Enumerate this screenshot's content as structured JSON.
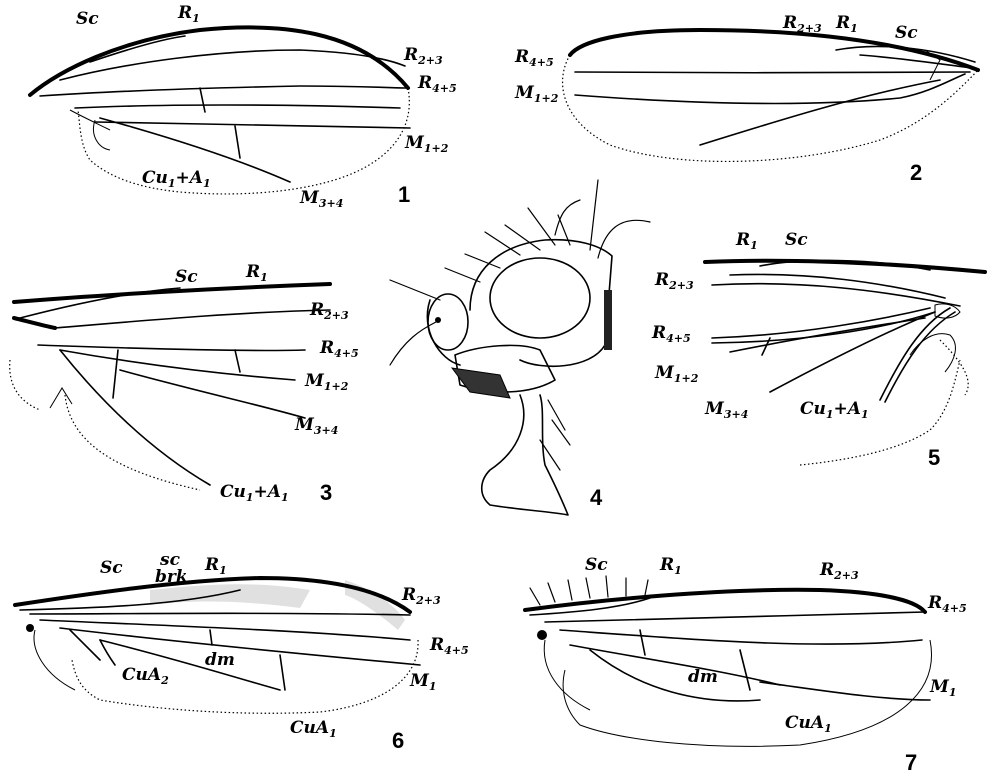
{
  "figures": [
    {
      "number": "1",
      "labels": [
        {
          "t": "Sc",
          "s": ""
        },
        {
          "t": "R",
          "s": "1"
        },
        {
          "t": "R",
          "s": "2+3"
        },
        {
          "t": "R",
          "s": "4+5"
        },
        {
          "t": "M",
          "s": "1+2"
        },
        {
          "t": "Cu",
          "s": "1",
          "t2": "+A",
          "s2": "1"
        },
        {
          "t": "M",
          "s": "3+4"
        }
      ]
    },
    {
      "number": "2",
      "labels": [
        {
          "t": "R",
          "s": "2+3"
        },
        {
          "t": "R",
          "s": "1"
        },
        {
          "t": "Sc",
          "s": ""
        },
        {
          "t": "R",
          "s": "4+5"
        },
        {
          "t": "M",
          "s": "1+2"
        }
      ]
    },
    {
      "number": "3",
      "labels": [
        {
          "t": "Sc",
          "s": ""
        },
        {
          "t": "R",
          "s": "1"
        },
        {
          "t": "R",
          "s": "2+3"
        },
        {
          "t": "R",
          "s": "4+5"
        },
        {
          "t": "M",
          "s": "1+2"
        },
        {
          "t": "M",
          "s": "3+4"
        },
        {
          "t": "Cu",
          "s": "1",
          "t2": "+A",
          "s2": "1"
        }
      ]
    },
    {
      "number": "4",
      "labels": []
    },
    {
      "number": "5",
      "labels": [
        {
          "t": "R",
          "s": "1"
        },
        {
          "t": "Sc",
          "s": ""
        },
        {
          "t": "R",
          "s": "2+3"
        },
        {
          "t": "R",
          "s": "4+5"
        },
        {
          "t": "M",
          "s": "1+2"
        },
        {
          "t": "M",
          "s": "3+4"
        },
        {
          "t": "Cu",
          "s": "1",
          "t2": "+A",
          "s2": "1"
        }
      ]
    },
    {
      "number": "6",
      "labels": [
        {
          "t": "sc",
          "s": ""
        },
        {
          "t": "brk",
          "s": ""
        },
        {
          "t": "Sc",
          "s": ""
        },
        {
          "t": "R",
          "s": "1"
        },
        {
          "t": "R",
          "s": "2+3"
        },
        {
          "t": "R",
          "s": "4+5"
        },
        {
          "t": "CuA",
          "s": "2"
        },
        {
          "t": "dm",
          "s": ""
        },
        {
          "t": "M",
          "s": "1"
        },
        {
          "t": "CuA",
          "s": "1"
        }
      ]
    },
    {
      "number": "7",
      "labels": [
        {
          "t": "Sc",
          "s": ""
        },
        {
          "t": "R",
          "s": "1"
        },
        {
          "t": "R",
          "s": "2+3"
        },
        {
          "t": "R",
          "s": "4+5"
        },
        {
          "t": "dm",
          "s": ""
        },
        {
          "t": "CuA",
          "s": "1"
        },
        {
          "t": "M",
          "s": "1"
        }
      ]
    }
  ]
}
